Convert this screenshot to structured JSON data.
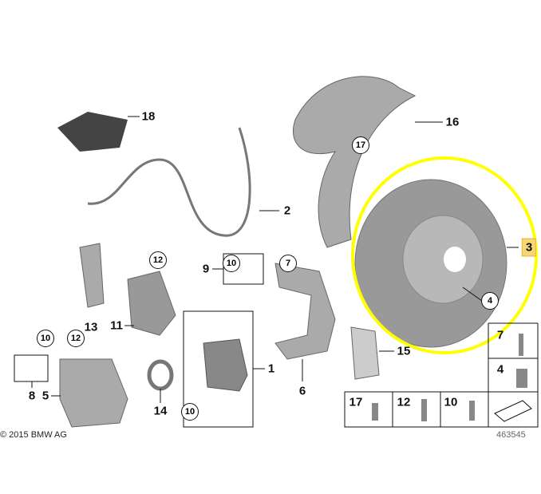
{
  "diagram": {
    "title_note": "© 2015 BMW AG",
    "diagram_number": "463545",
    "highlight_color": "#ffff00",
    "highlighted_part": "3",
    "callouts": [
      {
        "id": "c18",
        "text": "18",
        "style": "plain"
      },
      {
        "id": "c16",
        "text": "16",
        "style": "plain"
      },
      {
        "id": "c17a",
        "text": "17",
        "style": "circle"
      },
      {
        "id": "c2",
        "text": "2",
        "style": "plain"
      },
      {
        "id": "c3",
        "text": "3",
        "style": "highlight"
      },
      {
        "id": "c4a",
        "text": "4",
        "style": "circle"
      },
      {
        "id": "c12a",
        "text": "12",
        "style": "circle"
      },
      {
        "id": "c9",
        "text": "9",
        "style": "plain"
      },
      {
        "id": "c10a",
        "text": "10",
        "style": "circle"
      },
      {
        "id": "c7a",
        "text": "7",
        "style": "circle"
      },
      {
        "id": "c13",
        "text": "13",
        "style": "plain"
      },
      {
        "id": "c11",
        "text": "11",
        "style": "plain"
      },
      {
        "id": "c10b",
        "text": "10",
        "style": "circle"
      },
      {
        "id": "c12b",
        "text": "12",
        "style": "circle"
      },
      {
        "id": "c1",
        "text": "1",
        "style": "plain"
      },
      {
        "id": "c15",
        "text": "15",
        "style": "plain"
      },
      {
        "id": "c7b",
        "text": "7",
        "style": "plain"
      },
      {
        "id": "c4b",
        "text": "4",
        "style": "plain"
      },
      {
        "id": "c6",
        "text": "6",
        "style": "plain"
      },
      {
        "id": "c8",
        "text": "8",
        "style": "plain"
      },
      {
        "id": "c5",
        "text": "5",
        "style": "plain"
      },
      {
        "id": "c14",
        "text": "14",
        "style": "plain"
      },
      {
        "id": "c10c",
        "text": "10",
        "style": "circle"
      },
      {
        "id": "c17b",
        "text": "17",
        "style": "plain"
      },
      {
        "id": "c12c",
        "text": "12",
        "style": "plain"
      },
      {
        "id": "c10d",
        "text": "10",
        "style": "plain"
      }
    ]
  }
}
